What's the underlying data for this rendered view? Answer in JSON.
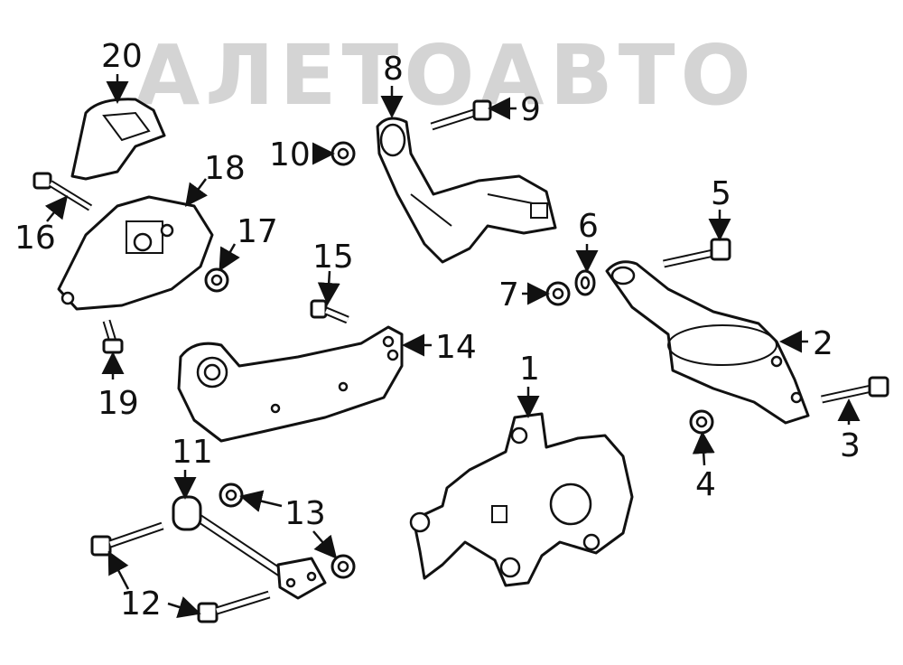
{
  "watermark": "АЛЕТОАВТО",
  "callouts": [
    {
      "id": "1",
      "label": "1"
    },
    {
      "id": "2",
      "label": "2"
    },
    {
      "id": "3",
      "label": "3"
    },
    {
      "id": "4",
      "label": "4"
    },
    {
      "id": "5",
      "label": "5"
    },
    {
      "id": "6",
      "label": "6"
    },
    {
      "id": "7",
      "label": "7"
    },
    {
      "id": "8",
      "label": "8"
    },
    {
      "id": "9",
      "label": "9"
    },
    {
      "id": "10",
      "label": "10"
    },
    {
      "id": "11",
      "label": "11"
    },
    {
      "id": "12",
      "label": "12"
    },
    {
      "id": "13",
      "label": "13"
    },
    {
      "id": "14",
      "label": "14"
    },
    {
      "id": "15",
      "label": "15"
    },
    {
      "id": "16",
      "label": "16"
    },
    {
      "id": "17",
      "label": "17"
    },
    {
      "id": "18",
      "label": "18"
    },
    {
      "id": "19",
      "label": "19"
    },
    {
      "id": "20",
      "label": "20"
    }
  ]
}
